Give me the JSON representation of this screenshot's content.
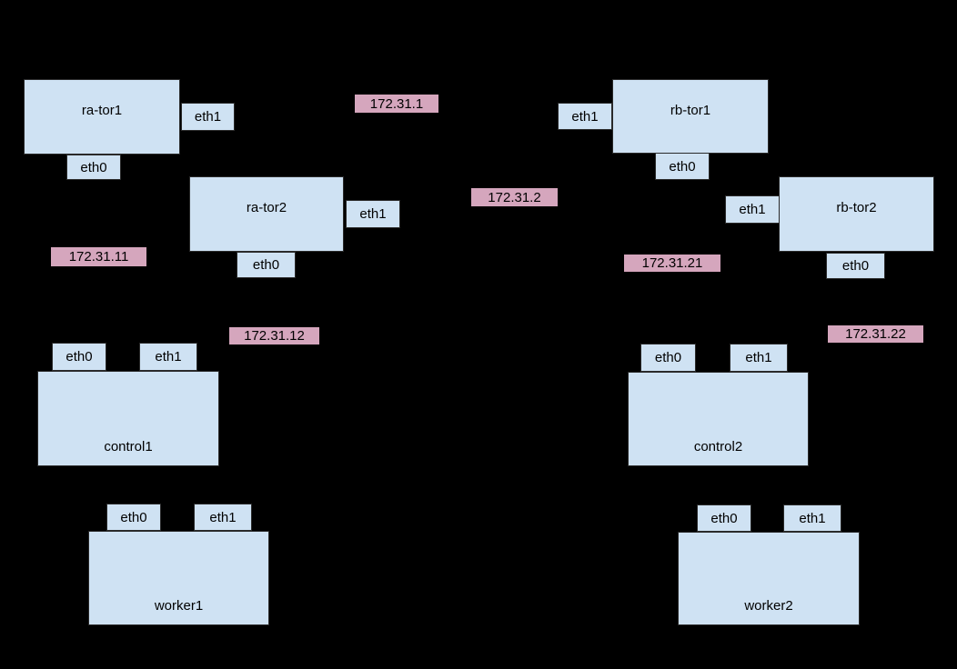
{
  "colors": {
    "background": "#000000",
    "node_fill": "#cfe2f3",
    "node_border": "#2a2a2a",
    "ip_fill": "#d5a6bd",
    "text": "#000000"
  },
  "nodes": {
    "ra_tor1": {
      "label": "ra-tor1",
      "eth0": "eth0",
      "eth1": "eth1"
    },
    "ra_tor2": {
      "label": "ra-tor2",
      "eth0": "eth0",
      "eth1": "eth1"
    },
    "rb_tor1": {
      "label": "rb-tor1",
      "eth0": "eth0",
      "eth1": "eth1"
    },
    "rb_tor2": {
      "label": "rb-tor2",
      "eth0": "eth0",
      "eth1": "eth1"
    },
    "control1": {
      "label": "control1",
      "eth0": "eth0",
      "eth1": "eth1"
    },
    "control2": {
      "label": "control2",
      "eth0": "eth0",
      "eth1": "eth1"
    },
    "worker1": {
      "label": "worker1",
      "eth0": "eth0",
      "eth1": "eth1"
    },
    "worker2": {
      "label": "worker2",
      "eth0": "eth0",
      "eth1": "eth1"
    }
  },
  "subnets": {
    "net1": "172.31.1",
    "net2": "172.31.2",
    "net11": "172.31.11",
    "net12": "172.31.12",
    "net21": "172.31.21",
    "net22": "172.31.22"
  }
}
